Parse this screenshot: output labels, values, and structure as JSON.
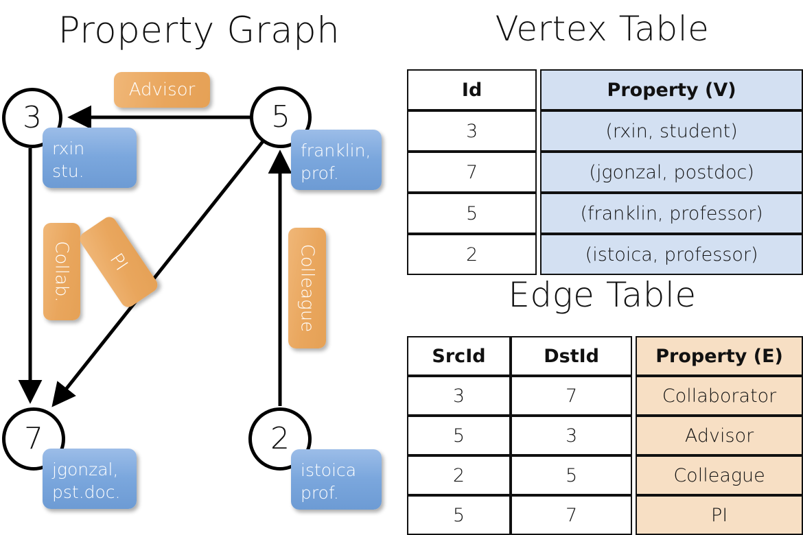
{
  "titles": {
    "property_graph": "Property Graph",
    "vertex_table": "Vertex Table",
    "edge_table": "Edge Table"
  },
  "colors": {
    "vertex_property_fill": "#d3e0f2",
    "edge_property_fill": "#f7dfc4",
    "vertex_box_fill": "#7ba7dd",
    "edge_label_fill": "#e9a65d",
    "stroke": "#101010"
  },
  "graph": {
    "nodes": [
      {
        "id": "3",
        "property_lines": "rxin\nstu.",
        "name": "rxin",
        "role": "stu."
      },
      {
        "id": "5",
        "property_lines": "franklin,\nprof.",
        "name": "franklin,",
        "role": "prof."
      },
      {
        "id": "7",
        "property_lines": "jgonzal,\npst.doc.",
        "name": "jgonzal,",
        "role": "pst.doc."
      },
      {
        "id": "2",
        "property_lines": "istoica\nprof.",
        "name": "istoica",
        "role": "prof."
      }
    ],
    "edge_labels": [
      {
        "key": "advisor",
        "label": "Advisor"
      },
      {
        "key": "collab",
        "label": "Collab."
      },
      {
        "key": "pi",
        "label": "PI"
      },
      {
        "key": "colleague",
        "label": "Colleague"
      }
    ]
  },
  "vertex_table": {
    "columns": [
      "Id",
      "Property (V)"
    ],
    "rows": [
      {
        "id": "3",
        "property": "(rxin, student)"
      },
      {
        "id": "7",
        "property": "(jgonzal, postdoc)"
      },
      {
        "id": "5",
        "property": "(franklin, professor)"
      },
      {
        "id": "2",
        "property": "(istoica, professor)"
      }
    ]
  },
  "edge_table": {
    "columns": [
      "SrcId",
      "DstId",
      "Property (E)"
    ],
    "rows": [
      {
        "src": "3",
        "dst": "7",
        "property": "Collaborator"
      },
      {
        "src": "5",
        "dst": "3",
        "property": "Advisor"
      },
      {
        "src": "2",
        "dst": "5",
        "property": "Colleague"
      },
      {
        "src": "5",
        "dst": "7",
        "property": "PI"
      }
    ]
  }
}
